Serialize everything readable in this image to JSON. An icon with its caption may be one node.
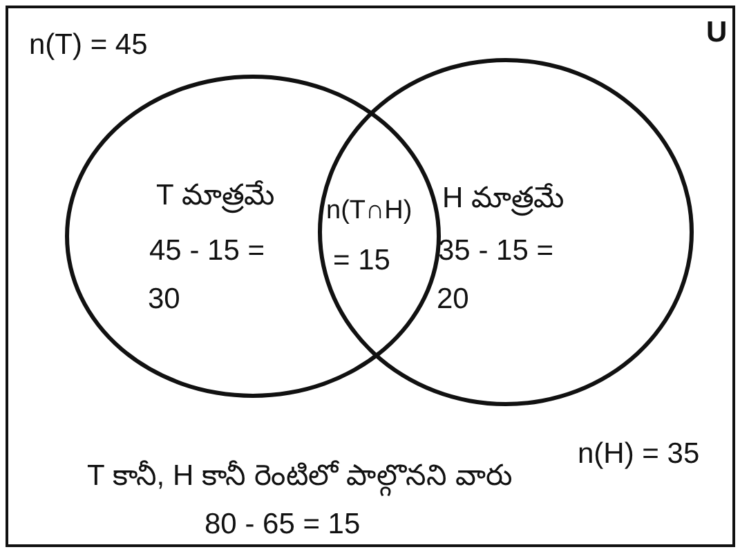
{
  "diagram": {
    "nodes": [
      {
        "text": [
          "U",
          "T కానీ, H కానీ రెంటిలో పాల్గొనని వారు",
          "80 - 65 = 15"
        ]
      },
      {
        "text": [
          "T మాత్రమే",
          "45 - 15 =",
          "30"
        ],
        "beside": [
          "n(T) = 45"
        ],
        "in": 0
      },
      {
        "text": [
          "H మాత్రమే",
          "35 - 15 =",
          "20"
        ],
        "beside": [
          "n(H) = 35"
        ],
        "in": 0
      }
    ],
    "labels": [
      "n(T∩H)",
      "= 15"
    ]
  }
}
